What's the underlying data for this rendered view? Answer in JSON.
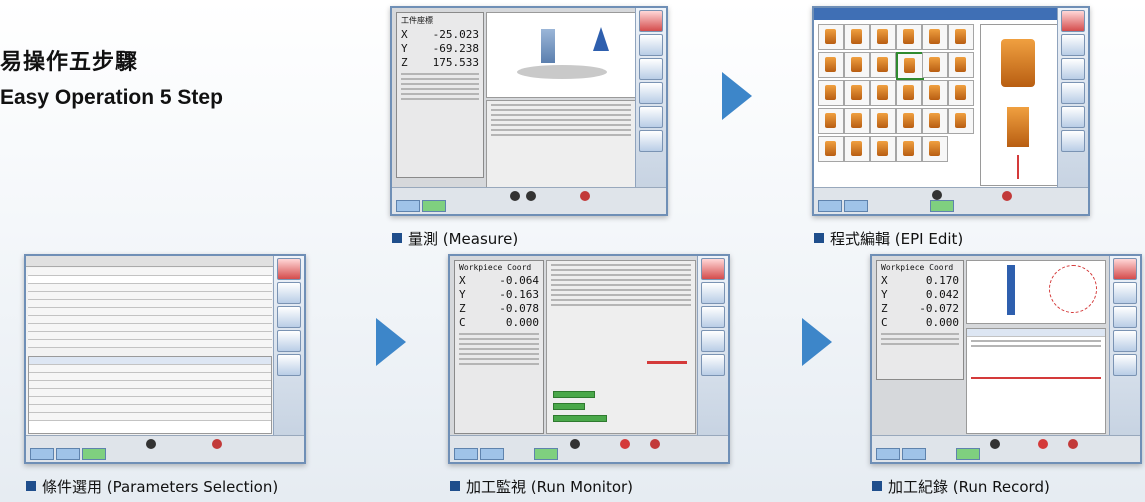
{
  "heading": {
    "title_zh": "易操作五步驟",
    "title_en": "Easy Operation 5 Step"
  },
  "captions": {
    "measure": "量測  (Measure)",
    "epi_edit": "程式編輯 (EPI Edit)",
    "parameters": "條件選用  (Parameters Selection)",
    "run_monitor": "加工監視  (Run Monitor)",
    "run_record": "加工紀錄  (Run Record)"
  },
  "measure_screen": {
    "header": "工件座標",
    "x_label": "X",
    "x_value": "-25.023",
    "y_label": "Y",
    "y_value": "-69.238",
    "z_label": "Z",
    "z_value": "175.533"
  },
  "monitor_screen": {
    "header": "Workpiece Coord",
    "x_label": "X",
    "x_value": "-0.064",
    "y_label": "Y",
    "y_value": "-0.163",
    "z_label": "Z",
    "z_value": "-0.078",
    "c_label": "C",
    "c_value": "0.000"
  },
  "record_screen": {
    "header": "Workpiece Coord",
    "x_label": "X",
    "x_value": "0.170",
    "y_label": "Y",
    "y_value": "0.042",
    "z_label": "Z",
    "z_value": "-0.072",
    "c_label": "C",
    "c_value": "0.000"
  },
  "colors": {
    "arrow": "#3d86c9",
    "caption_square": "#1f4e8c",
    "frame": "#6f8fb6"
  }
}
